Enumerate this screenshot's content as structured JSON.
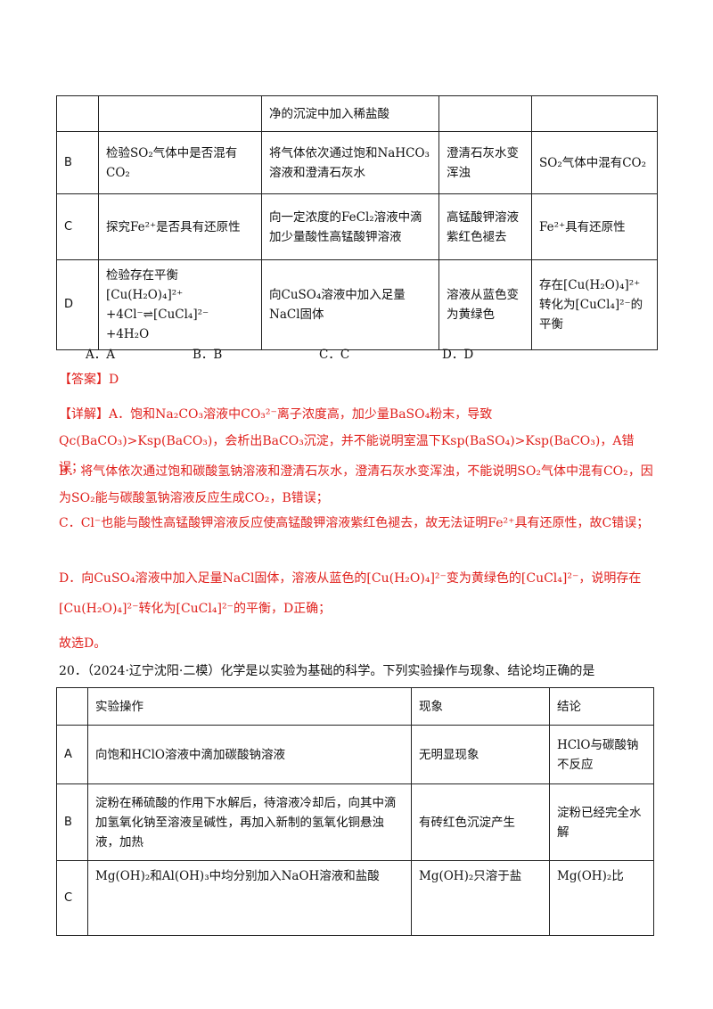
{
  "table1": {
    "rows": [
      {
        "label": "",
        "purpose": "",
        "operation": "净的沉淀中加入稀盐酸",
        "phenomenon": "",
        "conclusion": ""
      },
      {
        "label": "B",
        "purpose": "检验SO₂气体中是否混有CO₂",
        "operation": "将气体依次通过饱和NaHCO₃溶液和澄清石灰水",
        "phenomenon": "澄清石灰水变浑浊",
        "conclusion": "SO₂气体中混有CO₂"
      },
      {
        "label": "C",
        "purpose": "探究Fe²⁺是否具有还原性",
        "operation": "向一定浓度的FeCl₂溶液中滴加少量酸性高锰酸钾溶液",
        "phenomenon": "高锰酸钾溶液紫红色褪去",
        "conclusion": "Fe²⁺具有还原性"
      },
      {
        "label": "D",
        "purpose": "检验存在平衡[Cu(H₂O)₄]²⁺ +4Cl⁻⇌[CuCl₄]²⁻ +4H₂O",
        "operation": "向CuSO₄溶液中加入足量NaCl固体",
        "phenomenon": "溶液从蓝色变为黄绿色",
        "conclusion": "存在[Cu(H₂O)₄]²⁺转化为[CuCl₄]²⁻的平衡"
      }
    ]
  },
  "choices": [
    "A．A",
    "B．B",
    "C．C",
    "D．D"
  ],
  "answer": "【答案】D",
  "explanation": [
    "【详解】A．饱和Na₂CO₃溶液中CO₃²⁻离子浓度高，加少量BaSO₄粉末，导致Qc(BaCO₃)>Ksp(BaCO₃)，会析出BaCO₃沉淀，并不能说明室温下Ksp(BaSO₄)>Ksp(BaCO₃)，A错误；",
    "B．将气体依次通过饱和碳酸氢钠溶液和澄清石灰水，澄清石灰水变浑浊，不能说明SO₂气体中混有CO₂，因为SO₂能与碳酸氢钠溶液反应生成CO₂，B错误；",
    "C．Cl⁻也能与酸性高锰酸钾溶液反应使高锰酸钾溶液紫红色褪去，故无法证明Fe²⁺具有还原性，故C错误；",
    "D．向CuSO₄溶液中加入足量NaCl固体，溶液从蓝色的[Cu(H₂O)₄]²⁻变为黄绿色的[CuCl₄]²⁻，说明存在[Cu(H₂O)₄]²⁻转化为[CuCl₄]²⁻的平衡，D正确；",
    "故选D。"
  ],
  "question": "20．（2024·辽宁沈阳·二模）化学是以实验为基础的科学。下列实验操作与现象、结论均正确的是",
  "table2": {
    "header": [
      "",
      "实验操作",
      "现象",
      "结论"
    ],
    "rows": [
      {
        "label": "A",
        "operation": "向饱和HClO溶液中滴加碳酸钠溶液",
        "phenomenon": "无明显现象",
        "conclusion": "HClO与碳酸钠不反应"
      },
      {
        "label": "B",
        "operation": "淀粉在稀硫酸的作用下水解后，待溶液冷却后，向其中滴加氢氧化钠至溶液呈碱性，再加入新制的氢氧化铜悬浊液，加热",
        "phenomenon": "有砖红色沉淀产生",
        "conclusion": "淀粉已经完全水解"
      },
      {
        "label": "C",
        "operation": "Mg(OH)₂和Al(OH)₃中均分别加入NaOH溶液和盐酸",
        "phenomenon": "Mg(OH)₂只溶于盐",
        "conclusion": "Mg(OH)₂比"
      }
    ]
  }
}
